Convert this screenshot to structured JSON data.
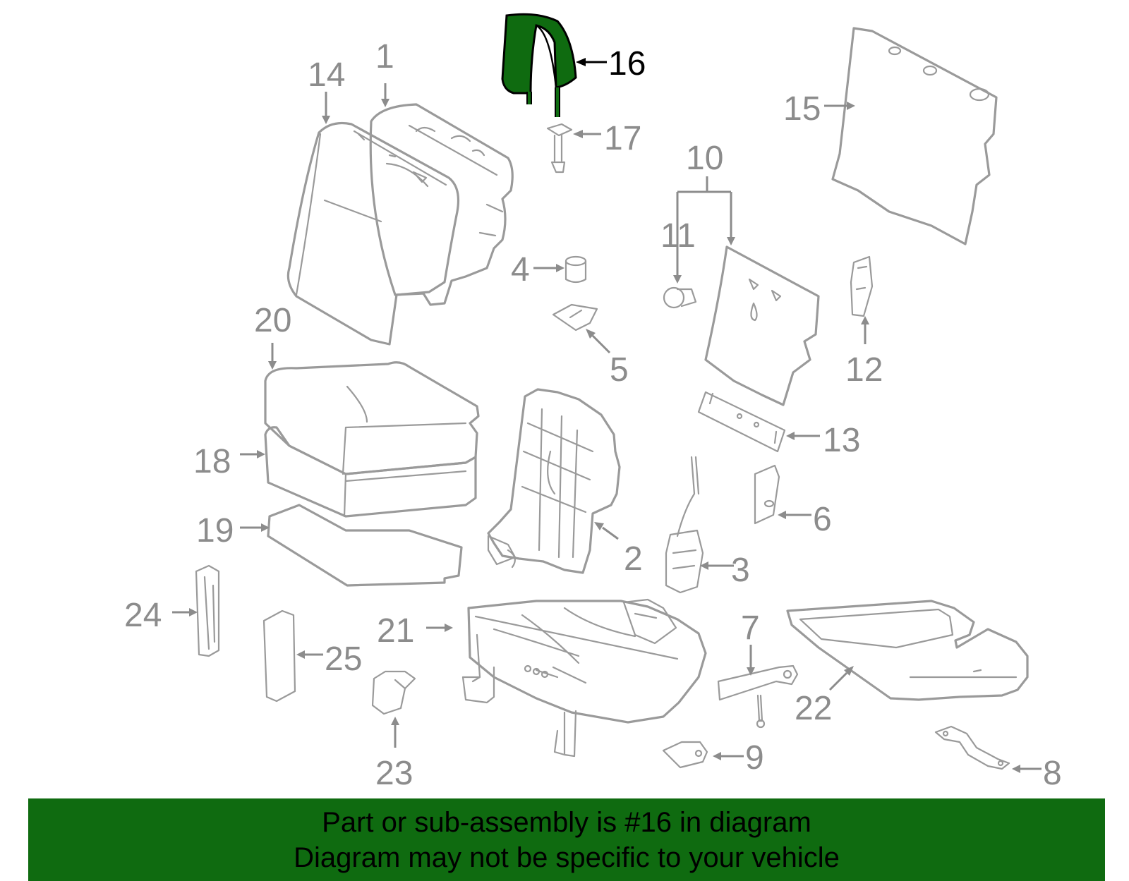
{
  "diagram": {
    "highlight_color": "#0f6b10",
    "highlighted_part": "16",
    "callouts": [
      "1",
      "2",
      "3",
      "4",
      "5",
      "6",
      "7",
      "8",
      "9",
      "10",
      "11",
      "12",
      "13",
      "14",
      "15",
      "16",
      "17",
      "18",
      "19",
      "20",
      "21",
      "22",
      "23",
      "24",
      "25"
    ]
  },
  "banner": {
    "line1": "Part or sub-assembly is #16 in diagram",
    "line2": "Diagram may not be specific to your vehicle",
    "background": "#0f6b10"
  }
}
